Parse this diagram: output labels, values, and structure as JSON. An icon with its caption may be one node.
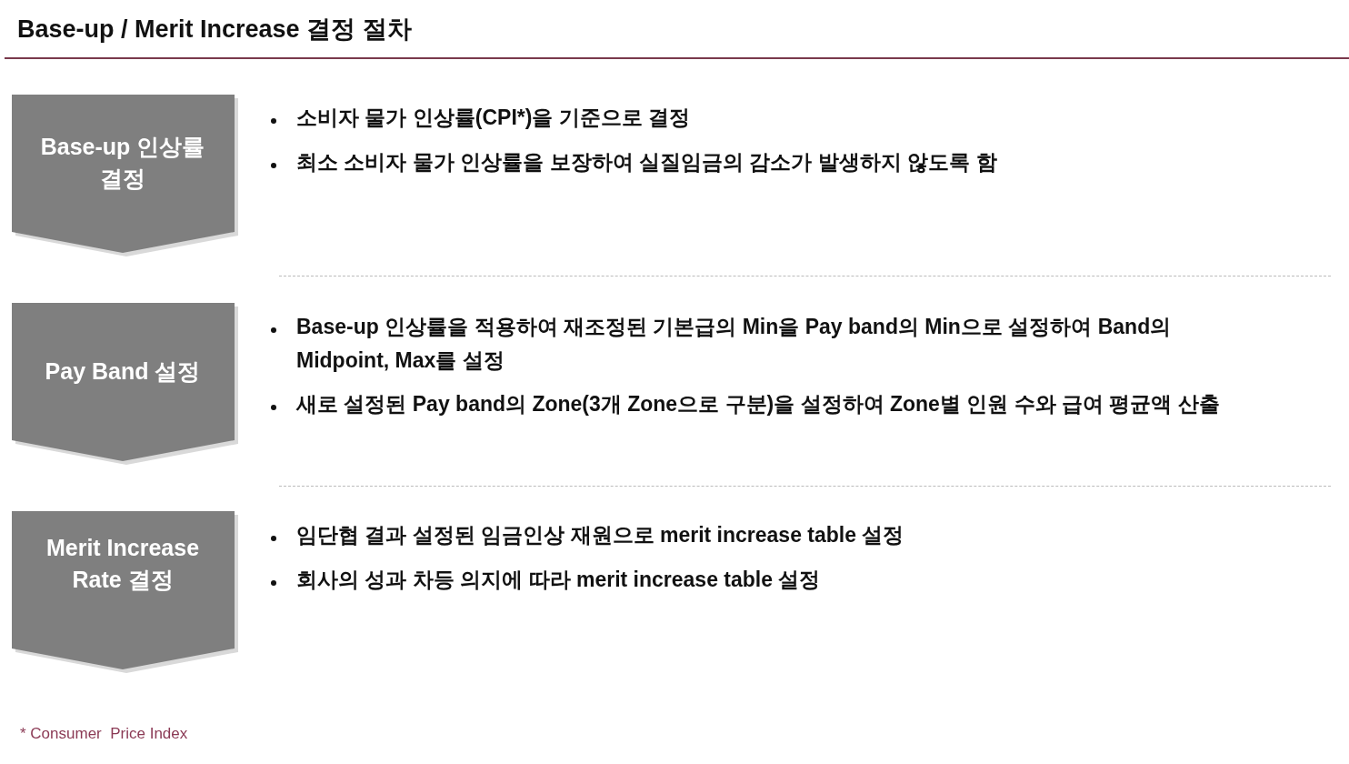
{
  "diagram": {
    "title": "Base-up / Merit Increase 결정 절차",
    "nodes": [
      {
        "text": [
          "Base-up 인상률 결정"
        ],
        "beside": [
          "소비자 물가 인상률(CPI*)을 기준으로 결정",
          "최소 소비자 물가 인상률을 보장하여 실질임금의 감소가 발생하지 않도록 함"
        ]
      },
      {
        "text": [
          "Pay Band 설정"
        ],
        "beside": [
          "Base-up 인상률을 적용하여 재조정된 기본급의 Min을 Pay band의 Min으로 설정하여 Band의 Midpoint, Max를 설정",
          "새로 설정된 Pay band의 Zone(3개 Zone으로 구분)을 설정하여 Zone별 인원 수와 급여 평균액 산출"
        ]
      },
      {
        "text": [
          "Merit Increase Rate 결정"
        ],
        "beside": [
          "임단협 결과 설정된 임금인상 재원으로 merit increase table 설정",
          "회사의 성과 차등 의지에 따라 merit increase table 설정"
        ]
      }
    ],
    "labels": [
      "* Consumer  Price Index"
    ]
  }
}
